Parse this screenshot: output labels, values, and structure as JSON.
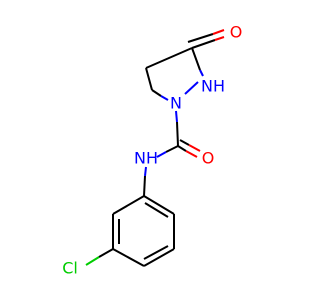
{
  "molecule": {
    "atoms": {
      "o_ketone": "O",
      "nh_ring": "NH",
      "n_ring": "N",
      "o_amide": "O",
      "nh_amide": "NH",
      "cl": "Cl"
    },
    "colors": {
      "oxygen": "#ff0000",
      "nitrogen": "#0000ff",
      "chlorine": "#00cc00",
      "carbon": "#000000"
    }
  }
}
